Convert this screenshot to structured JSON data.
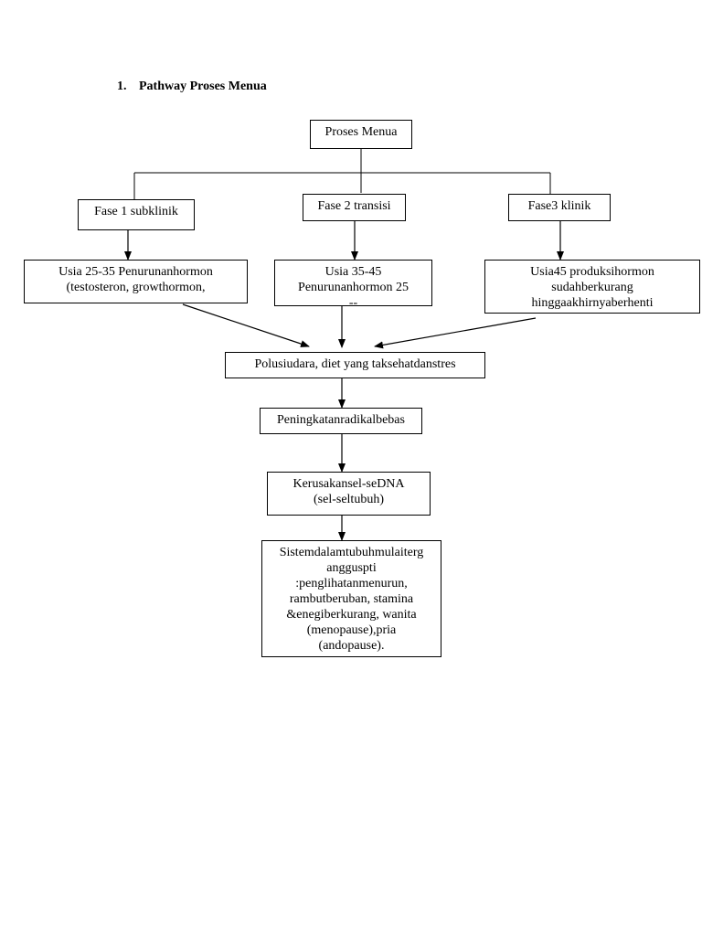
{
  "heading": {
    "number": "1.",
    "title": "Pathway Proses Menua"
  },
  "nodes": {
    "root": [
      "Proses Menua"
    ],
    "fase1": [
      "Fase 1 subklinik"
    ],
    "fase2": [
      "Fase 2 transisi"
    ],
    "fase3": [
      "Fase3  klinik"
    ],
    "usia1": [
      "Usia 25-35 Penurunanhormon",
      "(testosteron, growthormon,"
    ],
    "usia2": [
      "Usia 35-45",
      "Penurunanhormon  25",
      "--"
    ],
    "usia3": [
      "Usia45  produksihormon",
      "sudahberkurang",
      "hinggaakhirnyaberhenti"
    ],
    "polusi": [
      "Polusiudara, diet yang taksehatdanstres"
    ],
    "radikal": [
      "Peningkatanradikalbebas"
    ],
    "kerusakan": [
      "Kerusakansel-seDNA",
      "(sel-seltubuh)"
    ],
    "sistem": [
      "Sistemdalamtubuhmulaiterg",
      "angguspti",
      ":penglihatanmenurun,",
      "rambutberuban, stamina",
      "&enegiberkurang, wanita",
      "(menopause),pria",
      "(andopause)."
    ]
  }
}
